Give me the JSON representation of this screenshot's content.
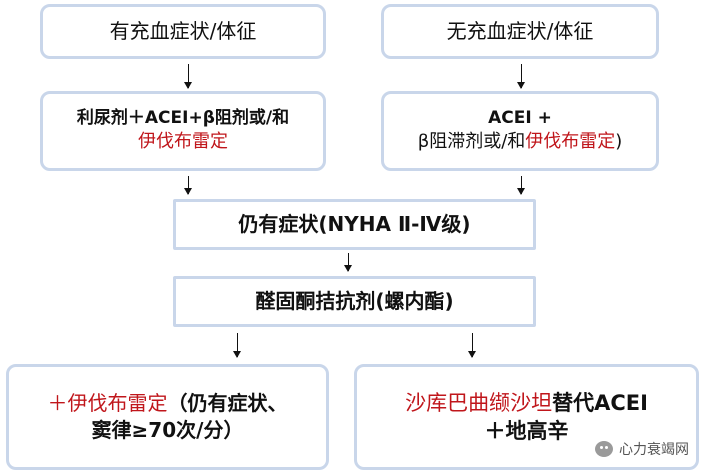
{
  "nodes": {
    "hf_with_congestion": "有充血症状/体征",
    "hf_without_congestion": "无充血症状/体征",
    "left_treatment": {
      "line1": "利尿剂＋ACEI+β阻剂或/和",
      "line2": "伊伐布雷定"
    },
    "right_treatment": {
      "line1": "ACEI +",
      "line2_black": "β阻滞剂或/和",
      "line2_red": "伊伐布雷定",
      "line2_tail": ")"
    },
    "persistent_symptoms": "仍有症状(NYHA Ⅱ-Ⅳ级)",
    "aldosterone_antagonist": "醛固酮拮抗剂(螺内酯)",
    "add_ivabradine": {
      "line1_red": "＋伊伐布雷定",
      "line1_black": "（仍有症状、",
      "line2": "窦律≥70次/分）"
    },
    "sacubitril_valsartan": {
      "line1_red": "沙库巴曲缬沙坦",
      "line1_black": "替代ACEI",
      "line2": "＋地高辛"
    }
  },
  "watermark": {
    "text": "心力衰竭网",
    "icon": "wechat-icon"
  },
  "colors": {
    "box_border": "#c9d6ea",
    "emphasis_red": "#c0161b",
    "text": "#111111",
    "arrow": "#111111"
  }
}
